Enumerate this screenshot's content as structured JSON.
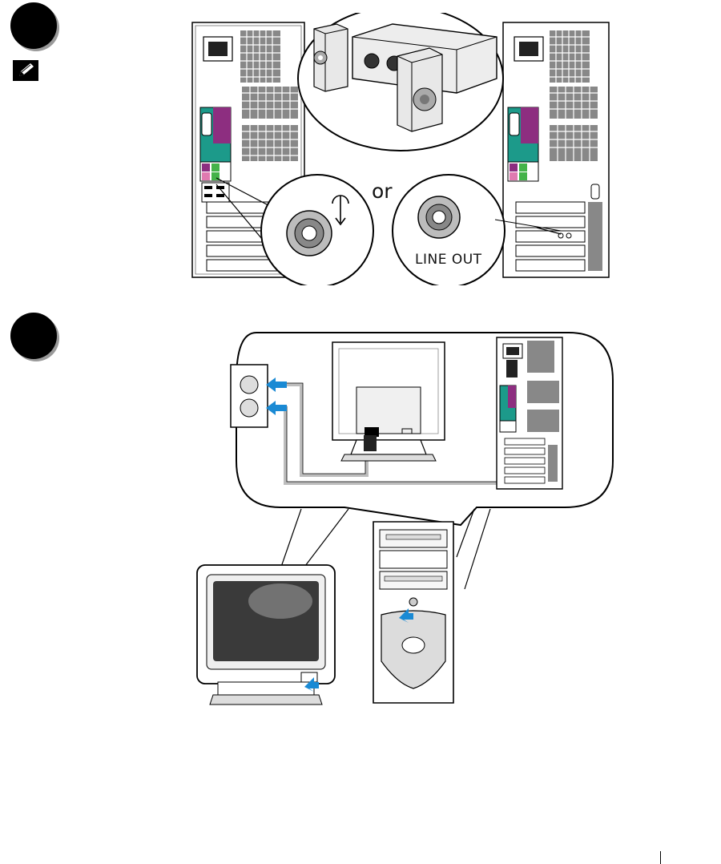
{
  "steps": {
    "first": {
      "badge": "step-badge"
    },
    "second": {
      "badge": "step-badge"
    }
  },
  "audio": {
    "or_label": "or",
    "line_out_label": "LINE OUT",
    "headphone_icon": "headphone-jack-icon",
    "note_icon": "pencil-note-icon"
  },
  "colors": {
    "cable_arrow": "#1a8ad4",
    "badge": "#000000",
    "port_purple": "#8d2e80",
    "port_teal": "#1c9a8a",
    "port_green": "#44b34a",
    "port_pink": "#e07ab0"
  }
}
